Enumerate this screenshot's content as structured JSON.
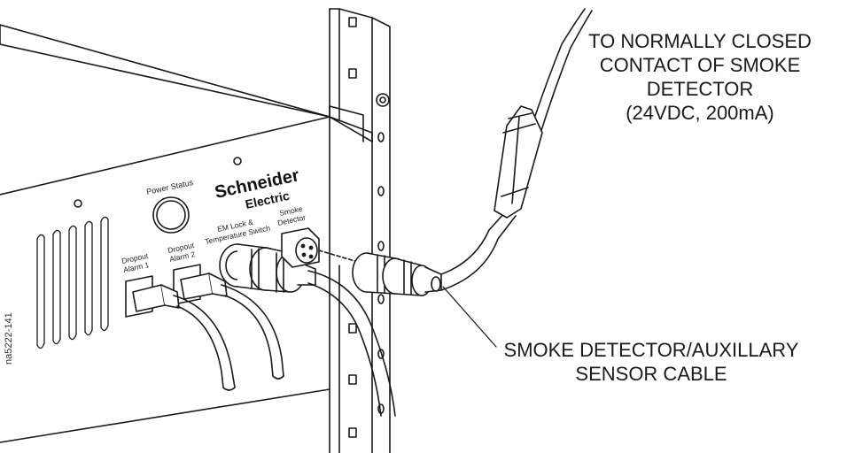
{
  "callouts": {
    "smoke_contact": [
      "TO NORMALLY CLOSED",
      "CONTACT OF SMOKE",
      "DETECTOR",
      "(24VDC, 200mA)"
    ],
    "sensor_cable": [
      "SMOKE DETECTOR/AUXILLARY",
      "SENSOR CABLE"
    ]
  },
  "panel": {
    "brand_top": "Schneider",
    "brand_bottom": "Electric",
    "power_status": "Power Status",
    "dropout_alarm_1": [
      "Dropout",
      "Alarm 1"
    ],
    "dropout_alarm_2": [
      "Dropout",
      "Alarm 2"
    ],
    "em_lock": [
      "EM Lock &",
      "Temperature Switch"
    ],
    "smoke_detector": [
      "Smoke",
      "Detector"
    ]
  },
  "figure_id": "na5222-141"
}
